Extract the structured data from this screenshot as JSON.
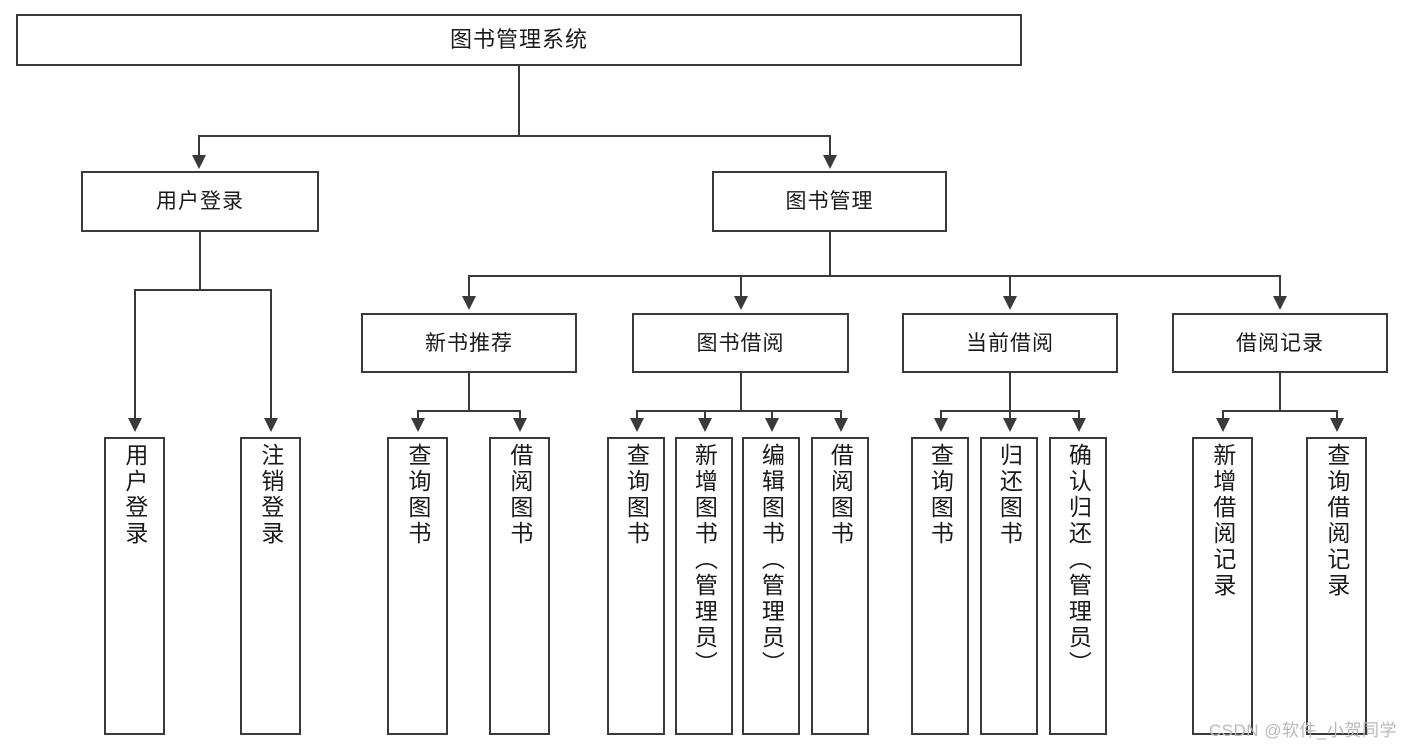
{
  "diagram": {
    "title": "图书管理系统",
    "type": "hierarchy-tree",
    "levels": 4,
    "root": {
      "label": "图书管理系统"
    },
    "level2": [
      {
        "label": "用户登录"
      },
      {
        "label": "图书管理"
      }
    ],
    "level3": [
      {
        "label": "新书推荐"
      },
      {
        "label": "图书借阅"
      },
      {
        "label": "当前借阅"
      },
      {
        "label": "借阅记录"
      }
    ],
    "leaves": {
      "user_login": [
        {
          "label": "用户登录"
        },
        {
          "label": "注销登录"
        }
      ],
      "new_book_recommend": [
        {
          "label": "查询图书"
        },
        {
          "label": "借阅图书"
        }
      ],
      "book_borrow": [
        {
          "label": "查询图书"
        },
        {
          "label": "新增图书（管理员）"
        },
        {
          "label": "编辑图书（管理员）"
        },
        {
          "label": "借阅图书"
        }
      ],
      "current_borrow": [
        {
          "label": "查询图书"
        },
        {
          "label": "归还图书"
        },
        {
          "label": "确认归还（管理员）"
        }
      ],
      "borrow_record": [
        {
          "label": "新增借阅记录"
        },
        {
          "label": "查询借阅记录"
        }
      ]
    }
  },
  "watermark": {
    "text": "CSDN @软件_小贺同学"
  },
  "colors": {
    "stroke": "#3a3a3a",
    "fill": "#ffffff",
    "text": "#1a1a1a",
    "watermark": "#b9b9b9"
  }
}
